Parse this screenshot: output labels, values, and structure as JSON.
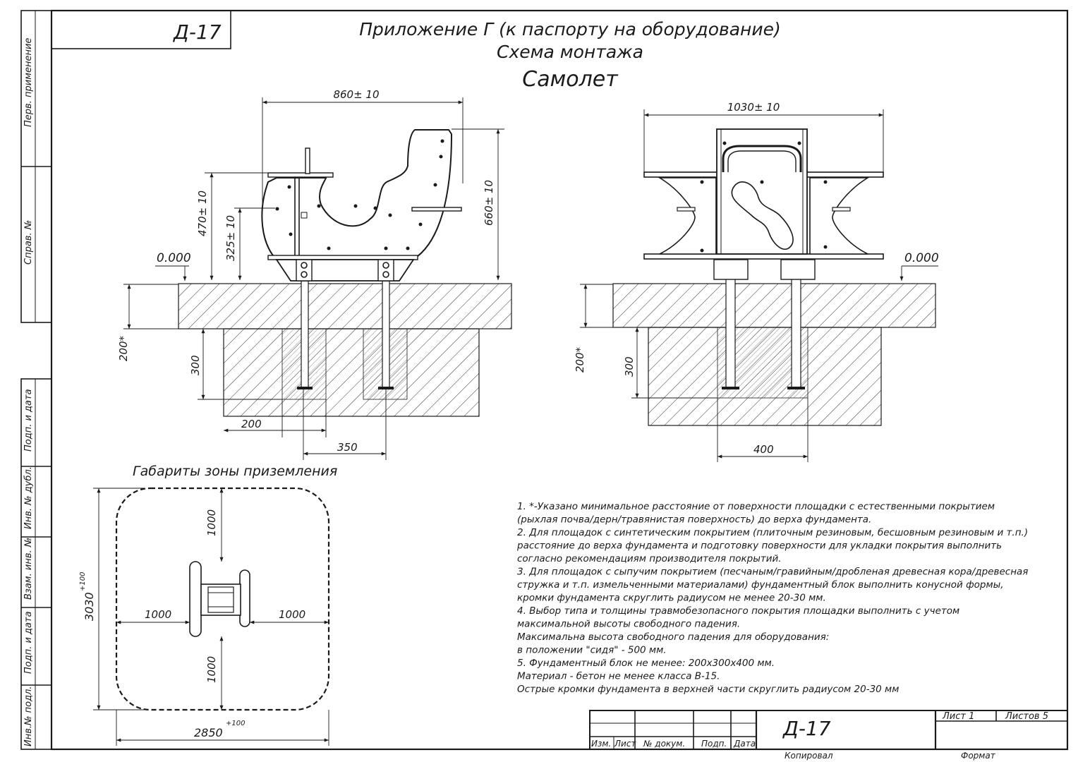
{
  "stamp_code_mirrored": "Д-17",
  "title": {
    "line1": "Приложение Г (к паспорту на оборудование)",
    "line2": "Схема монтажа",
    "line3": "Самолет"
  },
  "left_margin_labels": [
    "Перв. применение",
    "Справ. №",
    "Подп. и дата",
    "Инв. № дубл.",
    "Взам. инв. №",
    "Подп. и дата",
    "Инв.№ подл."
  ],
  "side_view": {
    "width_dim": "860± 10",
    "height_dim": "660± 10",
    "seat_dim": "470± 10",
    "low_dim": "325± 10",
    "level": "0.000",
    "depth_dim": "200*",
    "found_dim": "300",
    "found_w_dim": "200",
    "spacing_dim": "350"
  },
  "front_view": {
    "width_dim": "1030± 10",
    "level": "0.000",
    "depth_dim": "200*",
    "found_dim": "300",
    "found_w_dim": "400"
  },
  "zone": {
    "caption": "Габариты зоны приземления",
    "top": "1000",
    "bottom": "1000",
    "left": "1000",
    "right": "1000",
    "height": "3030",
    "height_tol": "+100",
    "width": "2850",
    "width_tol": "+100"
  },
  "notes": [
    "1. *-Указано минимальное расстояние от поверхности площадки с естественными покрытием",
    "(рыхлая почва/дерн/травянистая поверхность) до верха фундамента.",
    "2. Для площадок с синтетическим покрытием (плиточным резиновым, бесшовным резиновым и т.п.)",
    "расстояние до верха фундамента и подготовку поверхности для укладки покрытия выполнить",
    "согласно рекомендациям производителя покрытий.",
    "3. Для площадок с сыпучим покрытием (песчаным/гравийным/дробленая древесная кора/древесная",
    "стружка и т.п. измельченными материалами) фундаментный блок выполнить конусной формы,",
    "кромки фундамента скруглить радиусом не менее 20-30 мм.",
    "4. Выбор типа и толщины травмобезопасного покрытия площадки выполнить с учетом",
    "максимальной высоты свободного падения.",
    "Максимальна высота свободного падения для оборудования:",
    " в положении \"сидя\" - 500 мм.",
    "5. Фундаментный блок не менее: 200х300х400 мм.",
    "Материал - бетон не менее класса В-15.",
    "Острые кромки фундамента в верхней части скруглить радиусом 20-30 мм"
  ],
  "titleblock": {
    "code": "Д-17",
    "sheet": "Лист 1",
    "sheets": "Листов 5",
    "col1": "Изм.",
    "col2": "Лист",
    "col3": "№ докум.",
    "col4": "Подп.",
    "col5": "Дата",
    "copied": "Копировал",
    "format": "Формат"
  }
}
